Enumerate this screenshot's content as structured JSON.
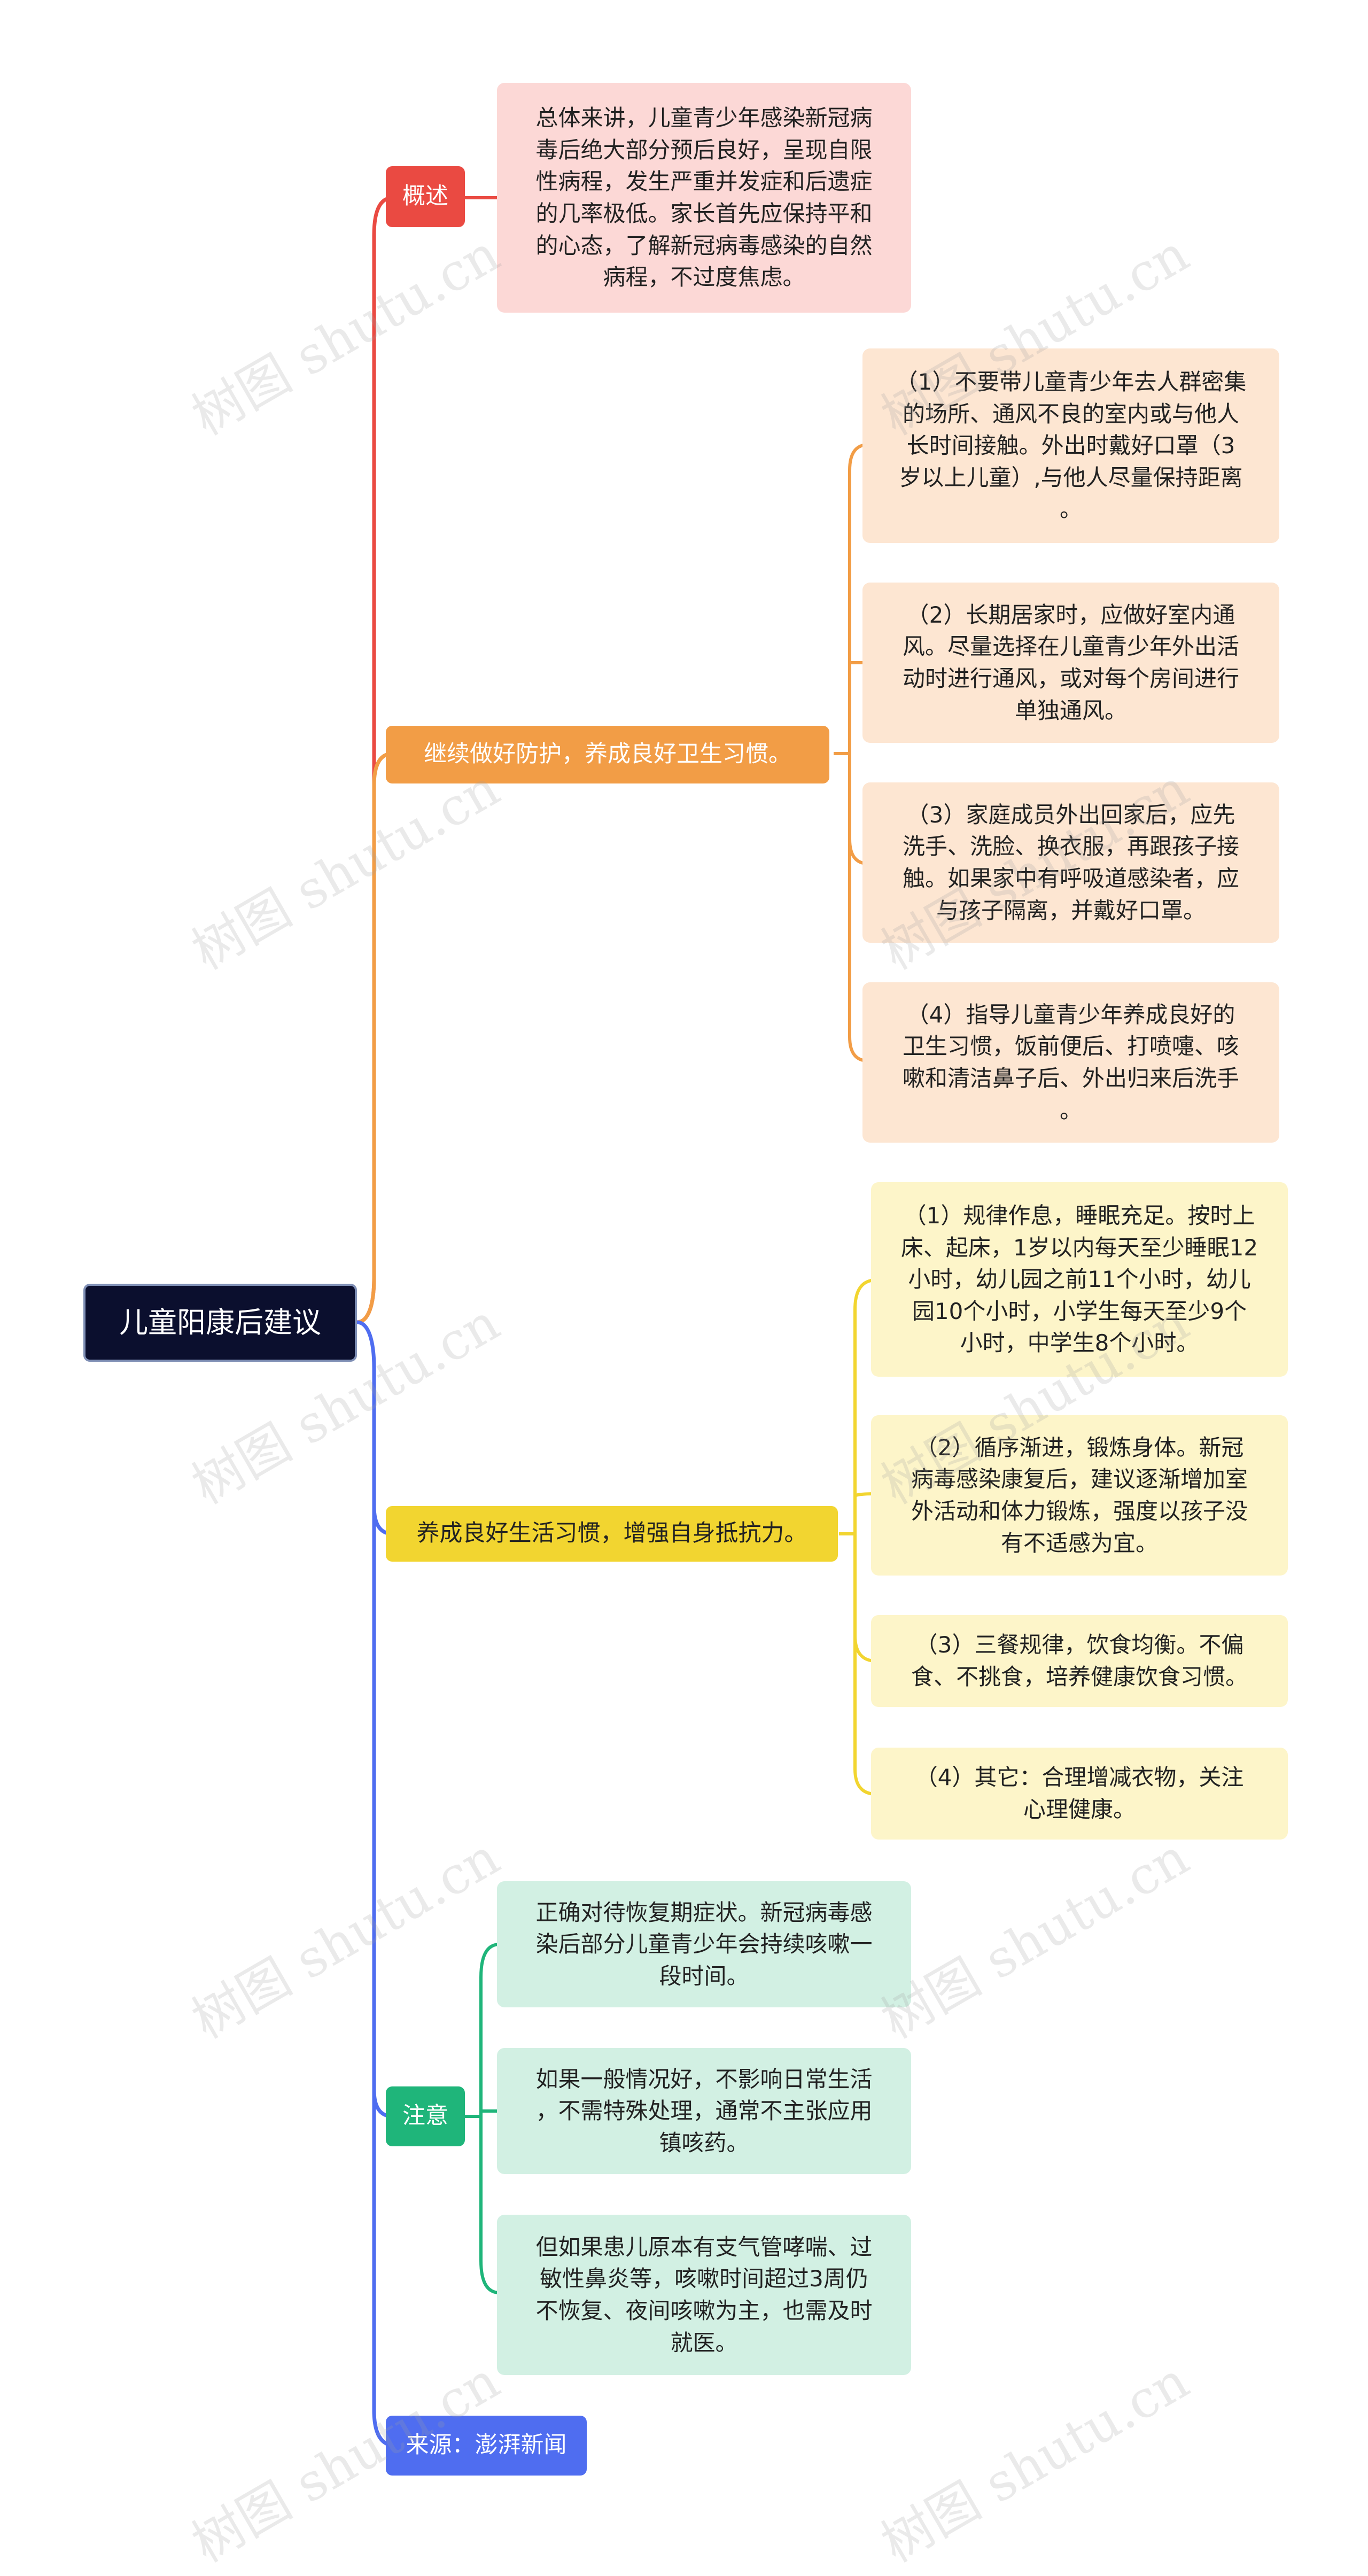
{
  "root": {
    "label": "儿童阳康后建议"
  },
  "branches": [
    {
      "label": "概述",
      "children": [
        "总体来讲，儿童青少年感染新冠病\n毒后绝大部分预后良好，呈现自限\n性病程，发生严重并发症和后遗症\n的几率极低。家长首先应保持平和\n的心态，了解新冠病毒感染的自然\n病程，不过度焦虑。"
      ]
    },
    {
      "label": "继续做好防护，养成良好卫生习惯。",
      "children": [
        "（1）不要带儿童青少年去人群密集\n的场所、通风不良的室内或与他人\n长时间接触。外出时戴好口罩（3\n岁以上儿童）,与他人尽量保持距离\n。",
        "（2）长期居家时，应做好室内通\n风。尽量选择在儿童青少年外出活\n动时进行通风，或对每个房间进行\n单独通风。",
        "（3）家庭成员外出回家后，应先\n洗手、洗脸、换衣服，再跟孩子接\n触。如果家中有呼吸道感染者，应\n与孩子隔离，并戴好口罩。",
        "（4）指导儿童青少年养成良好的\n卫生习惯，饭前便后、打喷嚏、咳\n嗽和清洁鼻子后、外出归来后洗手\n。"
      ]
    },
    {
      "label": "养成良好生活习惯，增强自身抵抗力。",
      "children": [
        "（1）规律作息，睡眠充足。按时上\n床、起床，1岁以内每天至少睡眠12\n小时，幼儿园之前11个小时，幼儿\n园10个小时，小学生每天至少9个\n小时，中学生8个小时。",
        "（2）循序渐进，锻炼身体。新冠\n病毒感染康复后，建议逐渐增加室\n外活动和体力锻炼，强度以孩子没\n有不适感为宜。",
        "（3）三餐规律，饮食均衡。不偏\n食、不挑食，培养健康饮食习惯。",
        "（4）其它：合理增减衣物，关注\n心理健康。"
      ]
    },
    {
      "label": "注意",
      "children": [
        "正确对待恢复期症状。新冠病毒感\n染后部分儿童青少年会持续咳嗽一\n段时间。",
        "如果一般情况好，不影响日常生活\n，不需特殊处理，通常不主张应用\n镇咳药。",
        "但如果患儿原本有支气管哮喘、过\n敏性鼻炎等，咳嗽时间超过3周仍\n不恢复、夜间咳嗽为主，也需及时\n就医。"
      ]
    },
    {
      "label": "来源：澎湃新闻",
      "children": []
    }
  ],
  "watermark": "树图 shutu.cn",
  "colors": {
    "red": "#ea4a42",
    "orange": "#f29d46",
    "yellow": "#f2d530",
    "green": "#1fb57a",
    "blue": "#4f6df0",
    "root": "#0b0f2e"
  }
}
